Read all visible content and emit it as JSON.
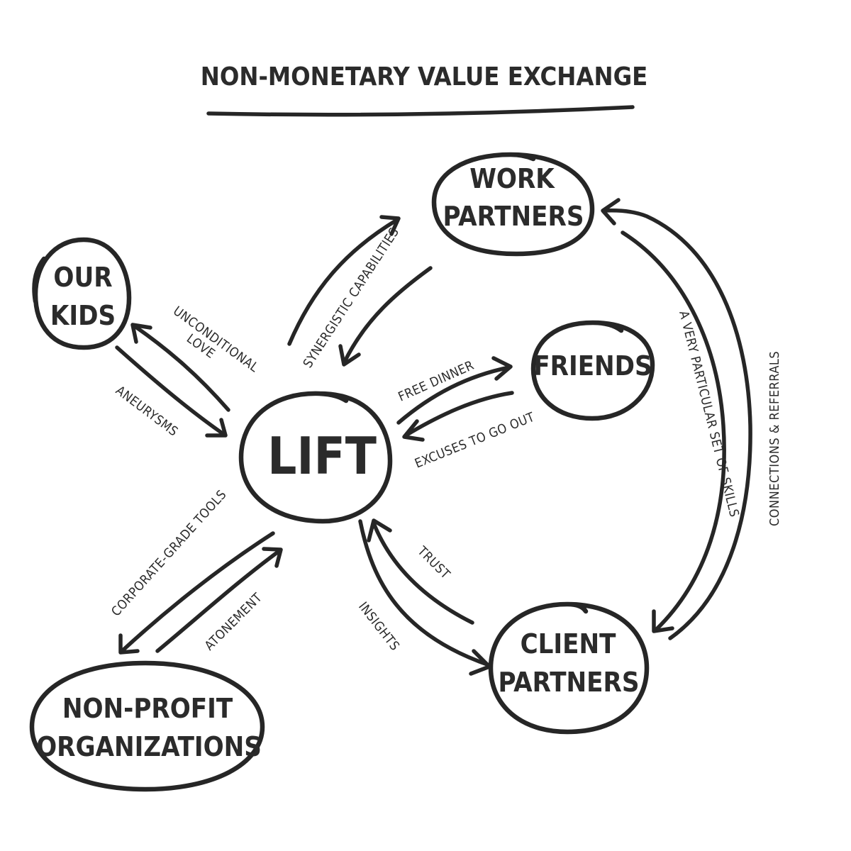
{
  "title": "NON-MONETARY VALUE EXCHANGE",
  "nodes": {
    "lift": "LIFT",
    "work_partners": [
      "WORK",
      "PARTNERS"
    ],
    "our_kids": [
      "OUR",
      "KIDS"
    ],
    "friends": "FRIENDS",
    "client_partners": [
      "CLIENT",
      "PARTNERS"
    ],
    "non_profit": [
      "NON-PROFIT",
      "ORGANIZATIONS"
    ]
  },
  "edges": {
    "synergistic": "SYNERGISTIC CAPABILITIES",
    "unconditional": [
      "UNCONDITIONAL",
      "LOVE"
    ],
    "aneurysms": "ANEURYSMS",
    "free_dinner": "FREE DINNER",
    "excuses": "EXCUSES TO GO OUT",
    "particular_skills": "A VERY PARTICULAR SET OF SKILLS",
    "connections": "CONNECTIONS & REFERRALS",
    "trust": "TRUST",
    "insights": "INSIGHTS",
    "corporate_tools": "CORPORATE-GRADE TOOLS",
    "atonement": "ATONEMENT"
  },
  "colors": {
    "ink": "#262626",
    "background": "#ffffff"
  }
}
